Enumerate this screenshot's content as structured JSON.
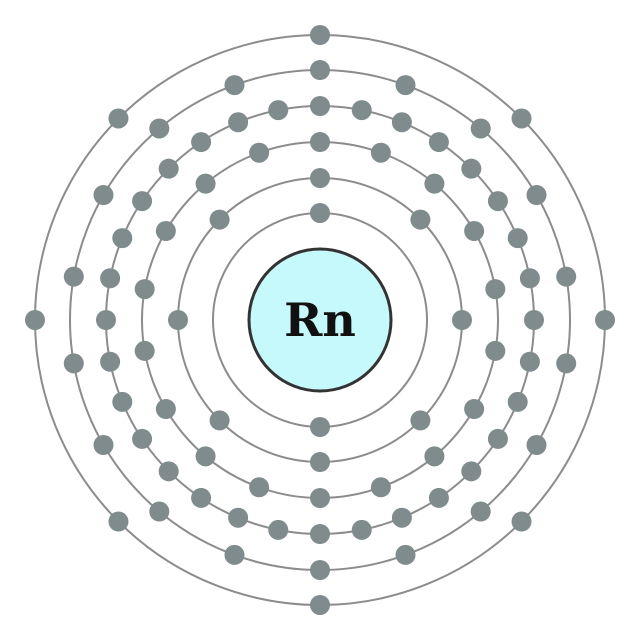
{
  "element": {
    "symbol": "Rn"
  },
  "shells": [
    {
      "electrons": 2
    },
    {
      "electrons": 8
    },
    {
      "electrons": 18
    },
    {
      "electrons": 32
    },
    {
      "electrons": 18
    },
    {
      "electrons": 8
    }
  ],
  "colors": {
    "nucleus_fill": "#c5f9fb",
    "nucleus_stroke": "#333333",
    "shell_stroke": "#8c8c8c",
    "electron_fill": "#7f8b8c",
    "label": "#111111",
    "background": "#ffffff"
  }
}
